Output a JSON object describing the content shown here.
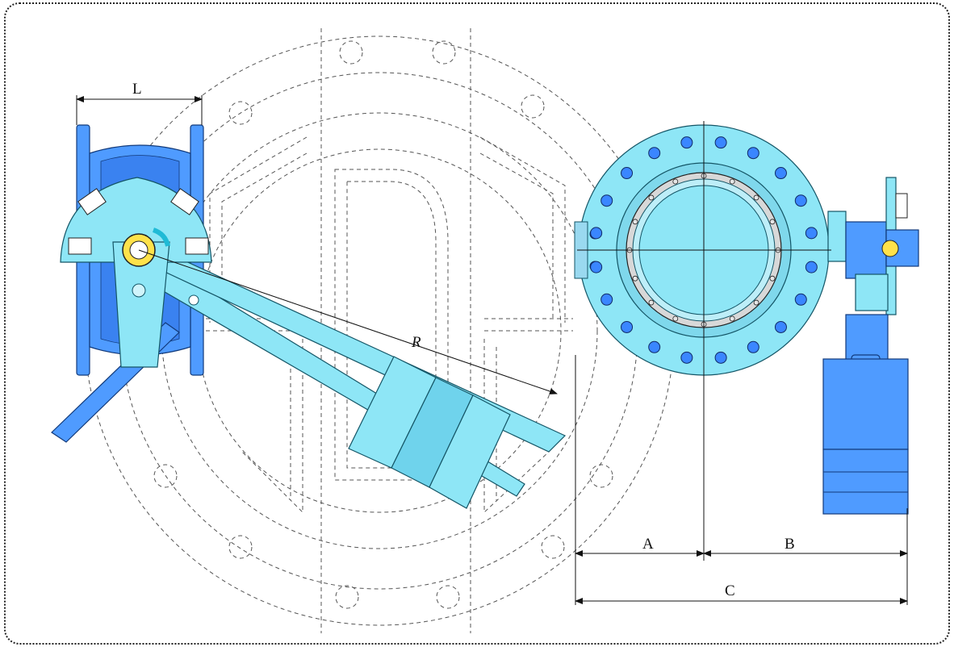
{
  "labels": {
    "L": "L",
    "R": "R",
    "A": "A",
    "B": "B",
    "C": "C"
  },
  "colors": {
    "valve_blue": "#4f9bff",
    "valve_cyan": "#8ee6f6",
    "outline": "#123a7a",
    "dashed_background": "#555555"
  }
}
